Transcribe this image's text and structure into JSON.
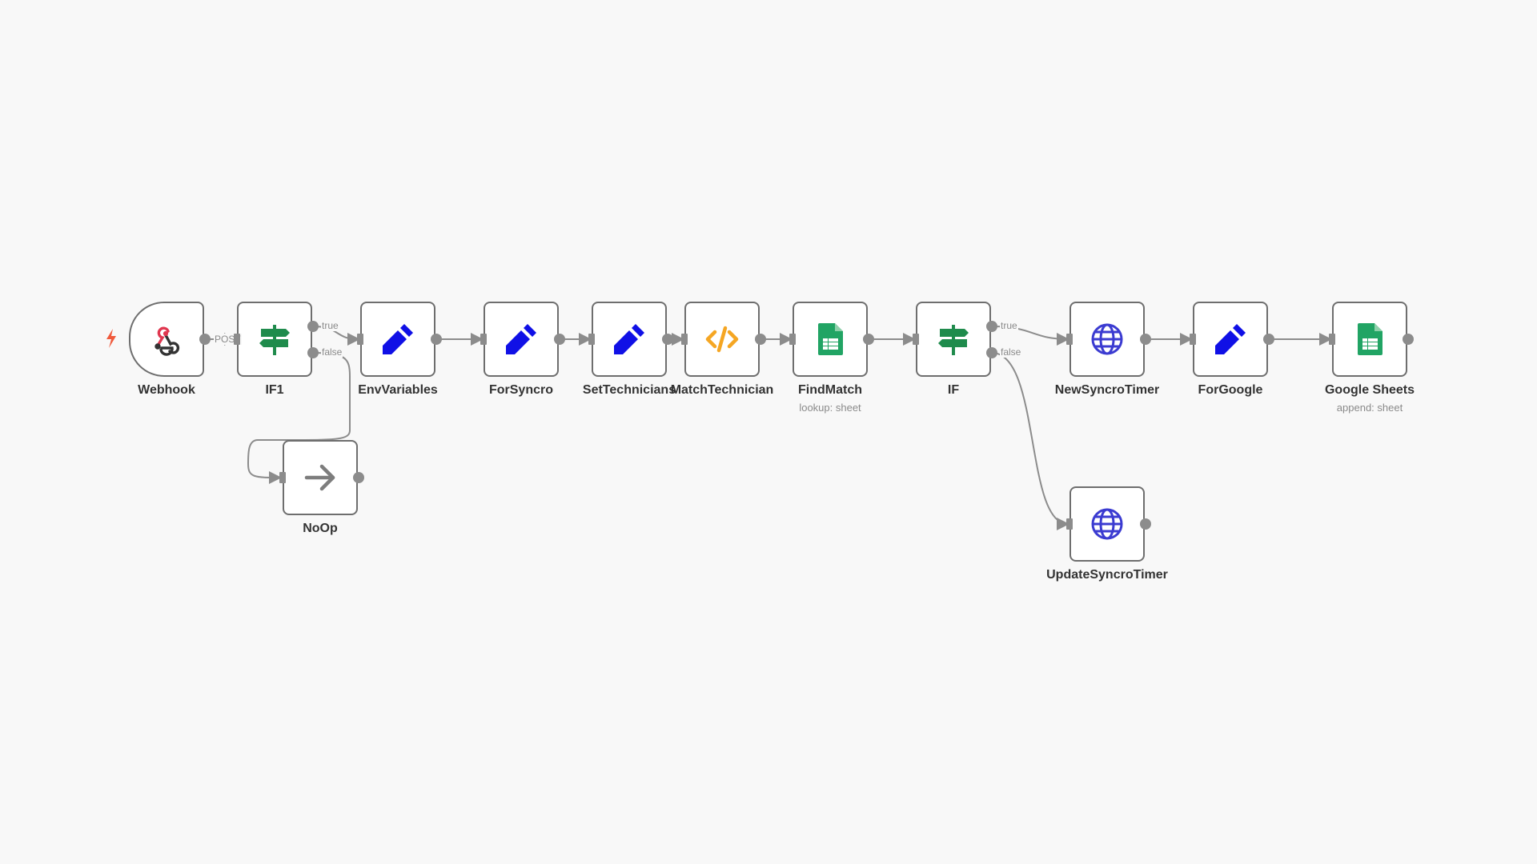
{
  "workflow": {
    "nodes": [
      {
        "id": "webhook",
        "label": "Webhook",
        "subtitle": "",
        "icon": "webhook-icon",
        "color": "#e0374f"
      },
      {
        "id": "if1",
        "label": "IF1",
        "subtitle": "",
        "icon": "signpost-icon",
        "color": "#1f8b4c"
      },
      {
        "id": "envvariables",
        "label": "EnvVariables",
        "subtitle": "",
        "icon": "pencil-icon",
        "color": "#1010e6"
      },
      {
        "id": "forsyncro",
        "label": "ForSyncro",
        "subtitle": "",
        "icon": "pencil-icon",
        "color": "#1010e6"
      },
      {
        "id": "settechnicians",
        "label": "SetTechnicians",
        "subtitle": "",
        "icon": "pencil-icon",
        "color": "#1010e6"
      },
      {
        "id": "matchtechnician",
        "label": "MatchTechnician",
        "subtitle": "",
        "icon": "code-icon",
        "color": "#f5a623"
      },
      {
        "id": "findmatch",
        "label": "FindMatch",
        "subtitle": "lookup: sheet",
        "icon": "sheets-icon",
        "color": "#21a464"
      },
      {
        "id": "if",
        "label": "IF",
        "subtitle": "",
        "icon": "signpost-icon",
        "color": "#1f8b4c"
      },
      {
        "id": "newsyncrotimer",
        "label": "NewSyncroTimer",
        "subtitle": "",
        "icon": "globe-icon",
        "color": "#3b3bd1"
      },
      {
        "id": "forgoogle",
        "label": "ForGoogle",
        "subtitle": "",
        "icon": "pencil-icon",
        "color": "#1010e6"
      },
      {
        "id": "googlesheets",
        "label": "Google Sheets",
        "subtitle": "append: sheet",
        "icon": "sheets-icon",
        "color": "#21a464"
      },
      {
        "id": "noop",
        "label": "NoOp",
        "subtitle": "",
        "icon": "arrow-right-icon",
        "color": "#7d7d7d"
      },
      {
        "id": "updatesyncrotimer",
        "label": "UpdateSyncroTimer",
        "subtitle": "",
        "icon": "globe-icon",
        "color": "#3b3bd1"
      }
    ],
    "connection_labels": {
      "webhook_out": "POST",
      "if1_true": "true",
      "if1_false": "false",
      "if_true": "true",
      "if_false": "false"
    },
    "trigger_icon": "lightning-icon",
    "trigger_color": "#f05a3c"
  }
}
